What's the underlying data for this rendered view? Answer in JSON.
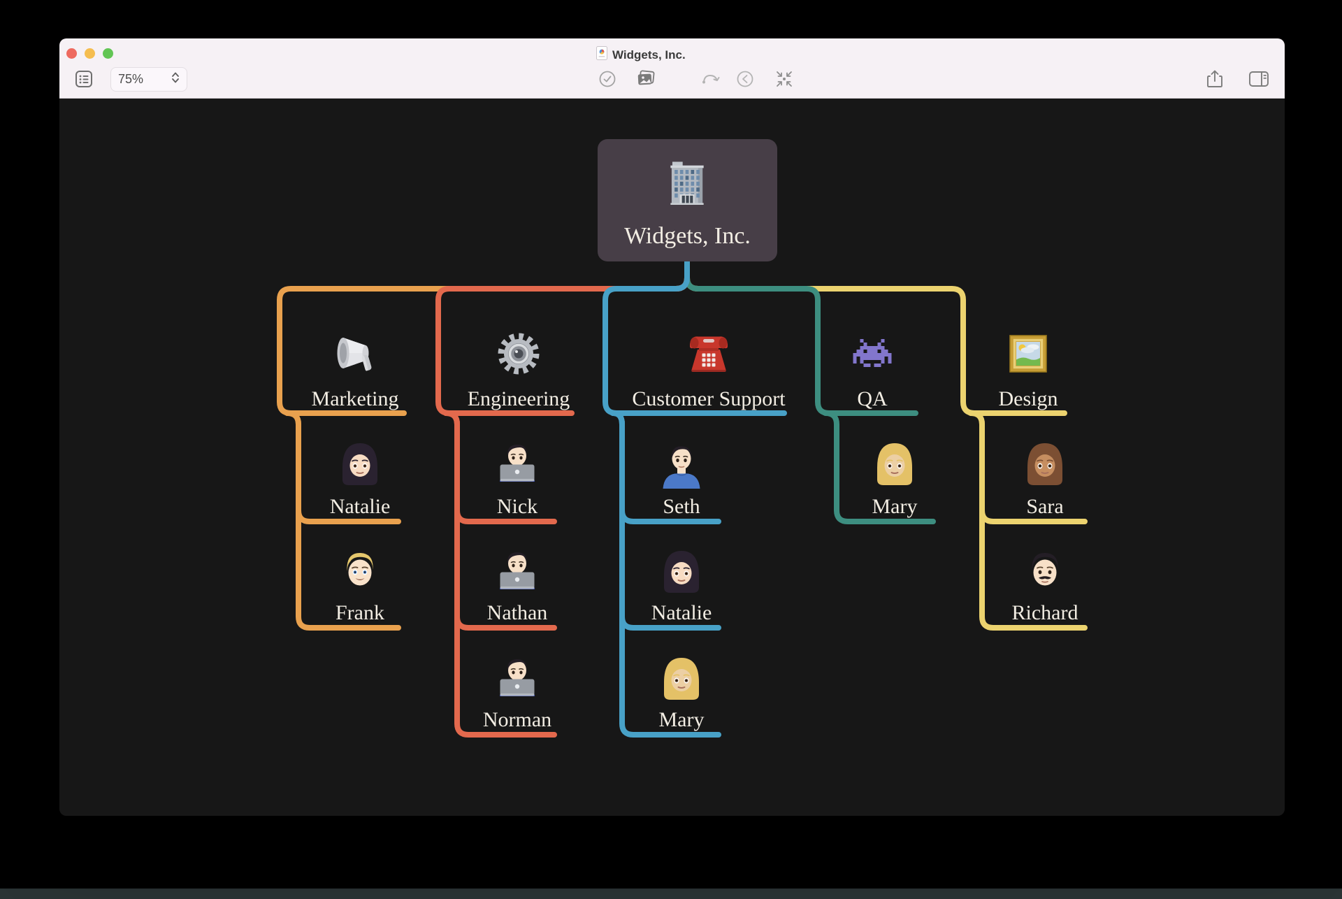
{
  "window": {
    "title": "Widgets, Inc.",
    "traffic_lights": {
      "close": "#ee6a5f",
      "minimize": "#f5bd4f",
      "zoom": "#62c554"
    },
    "titlebar_color": "#f6f1f5",
    "toolbar": {
      "zoom_level": "75%",
      "left_icons": [
        "outline-toggle",
        "zoom-stepper"
      ],
      "center_icons": [
        "check-circle",
        "image-gallery",
        "redo",
        "go-back",
        "collapse"
      ],
      "right_icons": [
        "share",
        "inspector-panel"
      ]
    }
  },
  "canvas": {
    "background": "#171717"
  },
  "mindmap": {
    "root": {
      "label": "Widgets, Inc.",
      "icon": "office-building",
      "box_color": "#473e47",
      "text_color": "#f2ede3"
    },
    "branches": [
      {
        "label": "Marketing",
        "color": "#e9a14e",
        "icon": "megaphone",
        "children": [
          {
            "name": "Natalie",
            "icon": "woman-dark-hair"
          },
          {
            "name": "Frank",
            "icon": "man-blond"
          }
        ]
      },
      {
        "label": "Engineering",
        "color": "#e3694d",
        "icon": "gear",
        "children": [
          {
            "name": "Nick",
            "icon": "technologist"
          },
          {
            "name": "Nathan",
            "icon": "technologist"
          },
          {
            "name": "Norman",
            "icon": "technologist"
          }
        ]
      },
      {
        "label": "Customer Support",
        "color": "#48a1c7",
        "icon": "red-telephone",
        "children": [
          {
            "name": "Seth",
            "icon": "man-short-hair"
          },
          {
            "name": "Natalie",
            "icon": "woman-dark-hair"
          },
          {
            "name": "Mary",
            "icon": "woman-blonde"
          }
        ]
      },
      {
        "label": "QA",
        "color": "#3d8e80",
        "icon": "space-invader",
        "children": [
          {
            "name": "Mary",
            "icon": "woman-blonde"
          }
        ]
      },
      {
        "label": "Design",
        "color": "#ecd36f",
        "icon": "framed-picture",
        "children": [
          {
            "name": "Sara",
            "icon": "woman-brown-hair"
          },
          {
            "name": "Richard",
            "icon": "man-mustache"
          }
        ]
      }
    ]
  }
}
